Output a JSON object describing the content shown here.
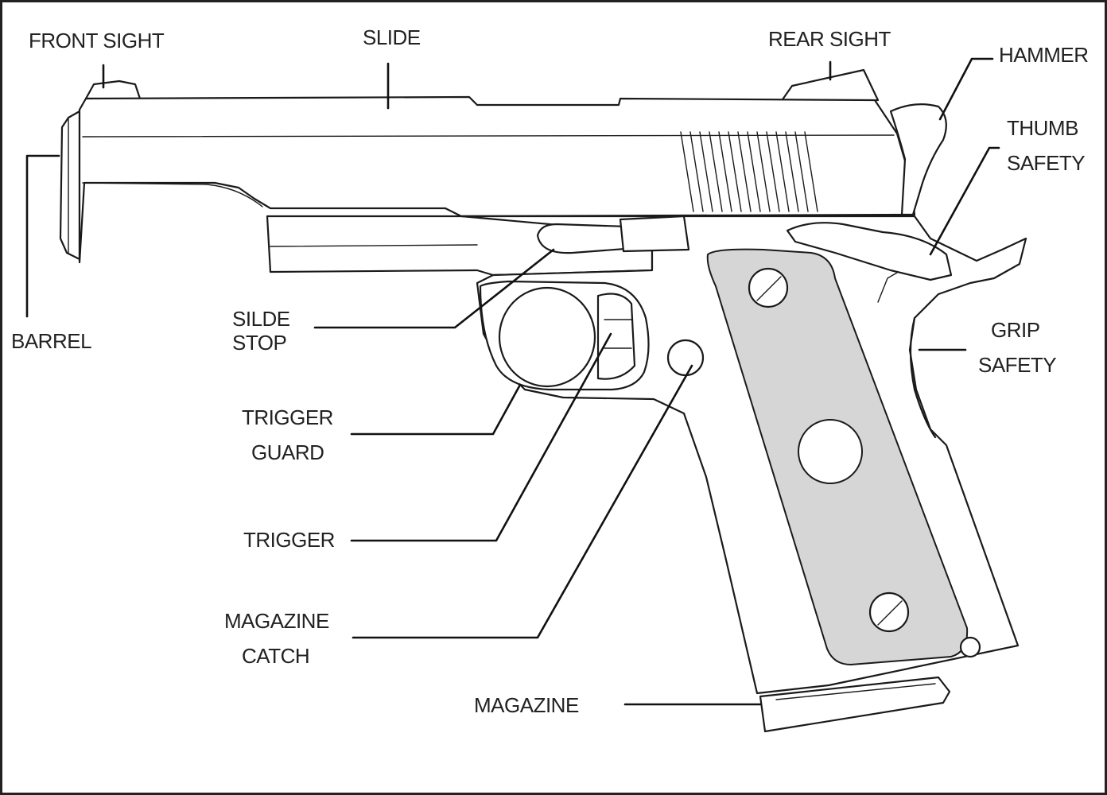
{
  "labels": {
    "front_sight": "FRONT SIGHT",
    "slide": "SLIDE",
    "rear_sight": "REAR SIGHT",
    "hammer": "HAMMER",
    "thumb_safety_1": "THUMB",
    "thumb_safety_2": "SAFETY",
    "barrel": "BARREL",
    "slide_stop_1": "SILDE",
    "slide_stop_2": "STOP",
    "grip_safety_1": "GRIP",
    "grip_safety_2": "SAFETY",
    "trigger_guard_1": "TRIGGER",
    "trigger_guard_2": "GUARD",
    "trigger": "TRIGGER",
    "magazine_catch_1": "MAGAZINE",
    "magazine_catch_2": "CATCH",
    "magazine": "MAGAZINE"
  }
}
